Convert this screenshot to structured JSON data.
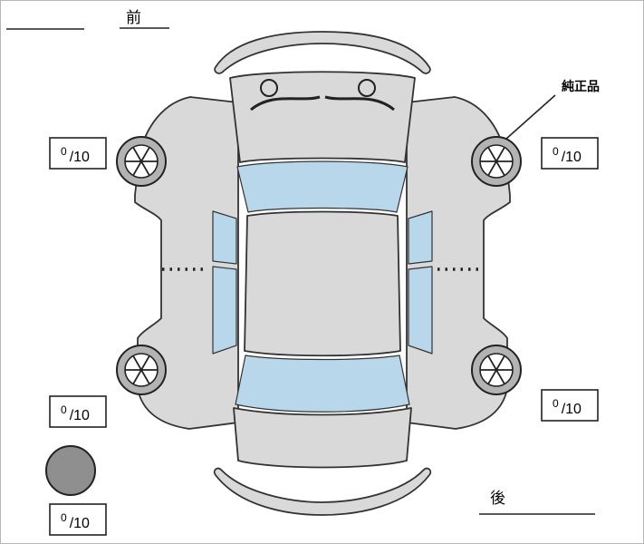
{
  "labels": {
    "front": "前",
    "rear": "後",
    "genuine_part": "純正品"
  },
  "tread": {
    "front_left": {
      "value": "0",
      "scale": "/10"
    },
    "front_right": {
      "value": "0",
      "scale": "/10"
    },
    "rear_left": {
      "value": "0",
      "scale": "/10"
    },
    "rear_right": {
      "value": "0",
      "scale": "/10"
    },
    "spare": {
      "value": "0",
      "scale": "/10"
    }
  },
  "colors": {
    "body": "#d9d9d9",
    "window": "#b9d7ea",
    "wheel": "#b3b3b3",
    "spare": "#8f8f8f",
    "outline": "#333333",
    "background": "#ffffff"
  }
}
